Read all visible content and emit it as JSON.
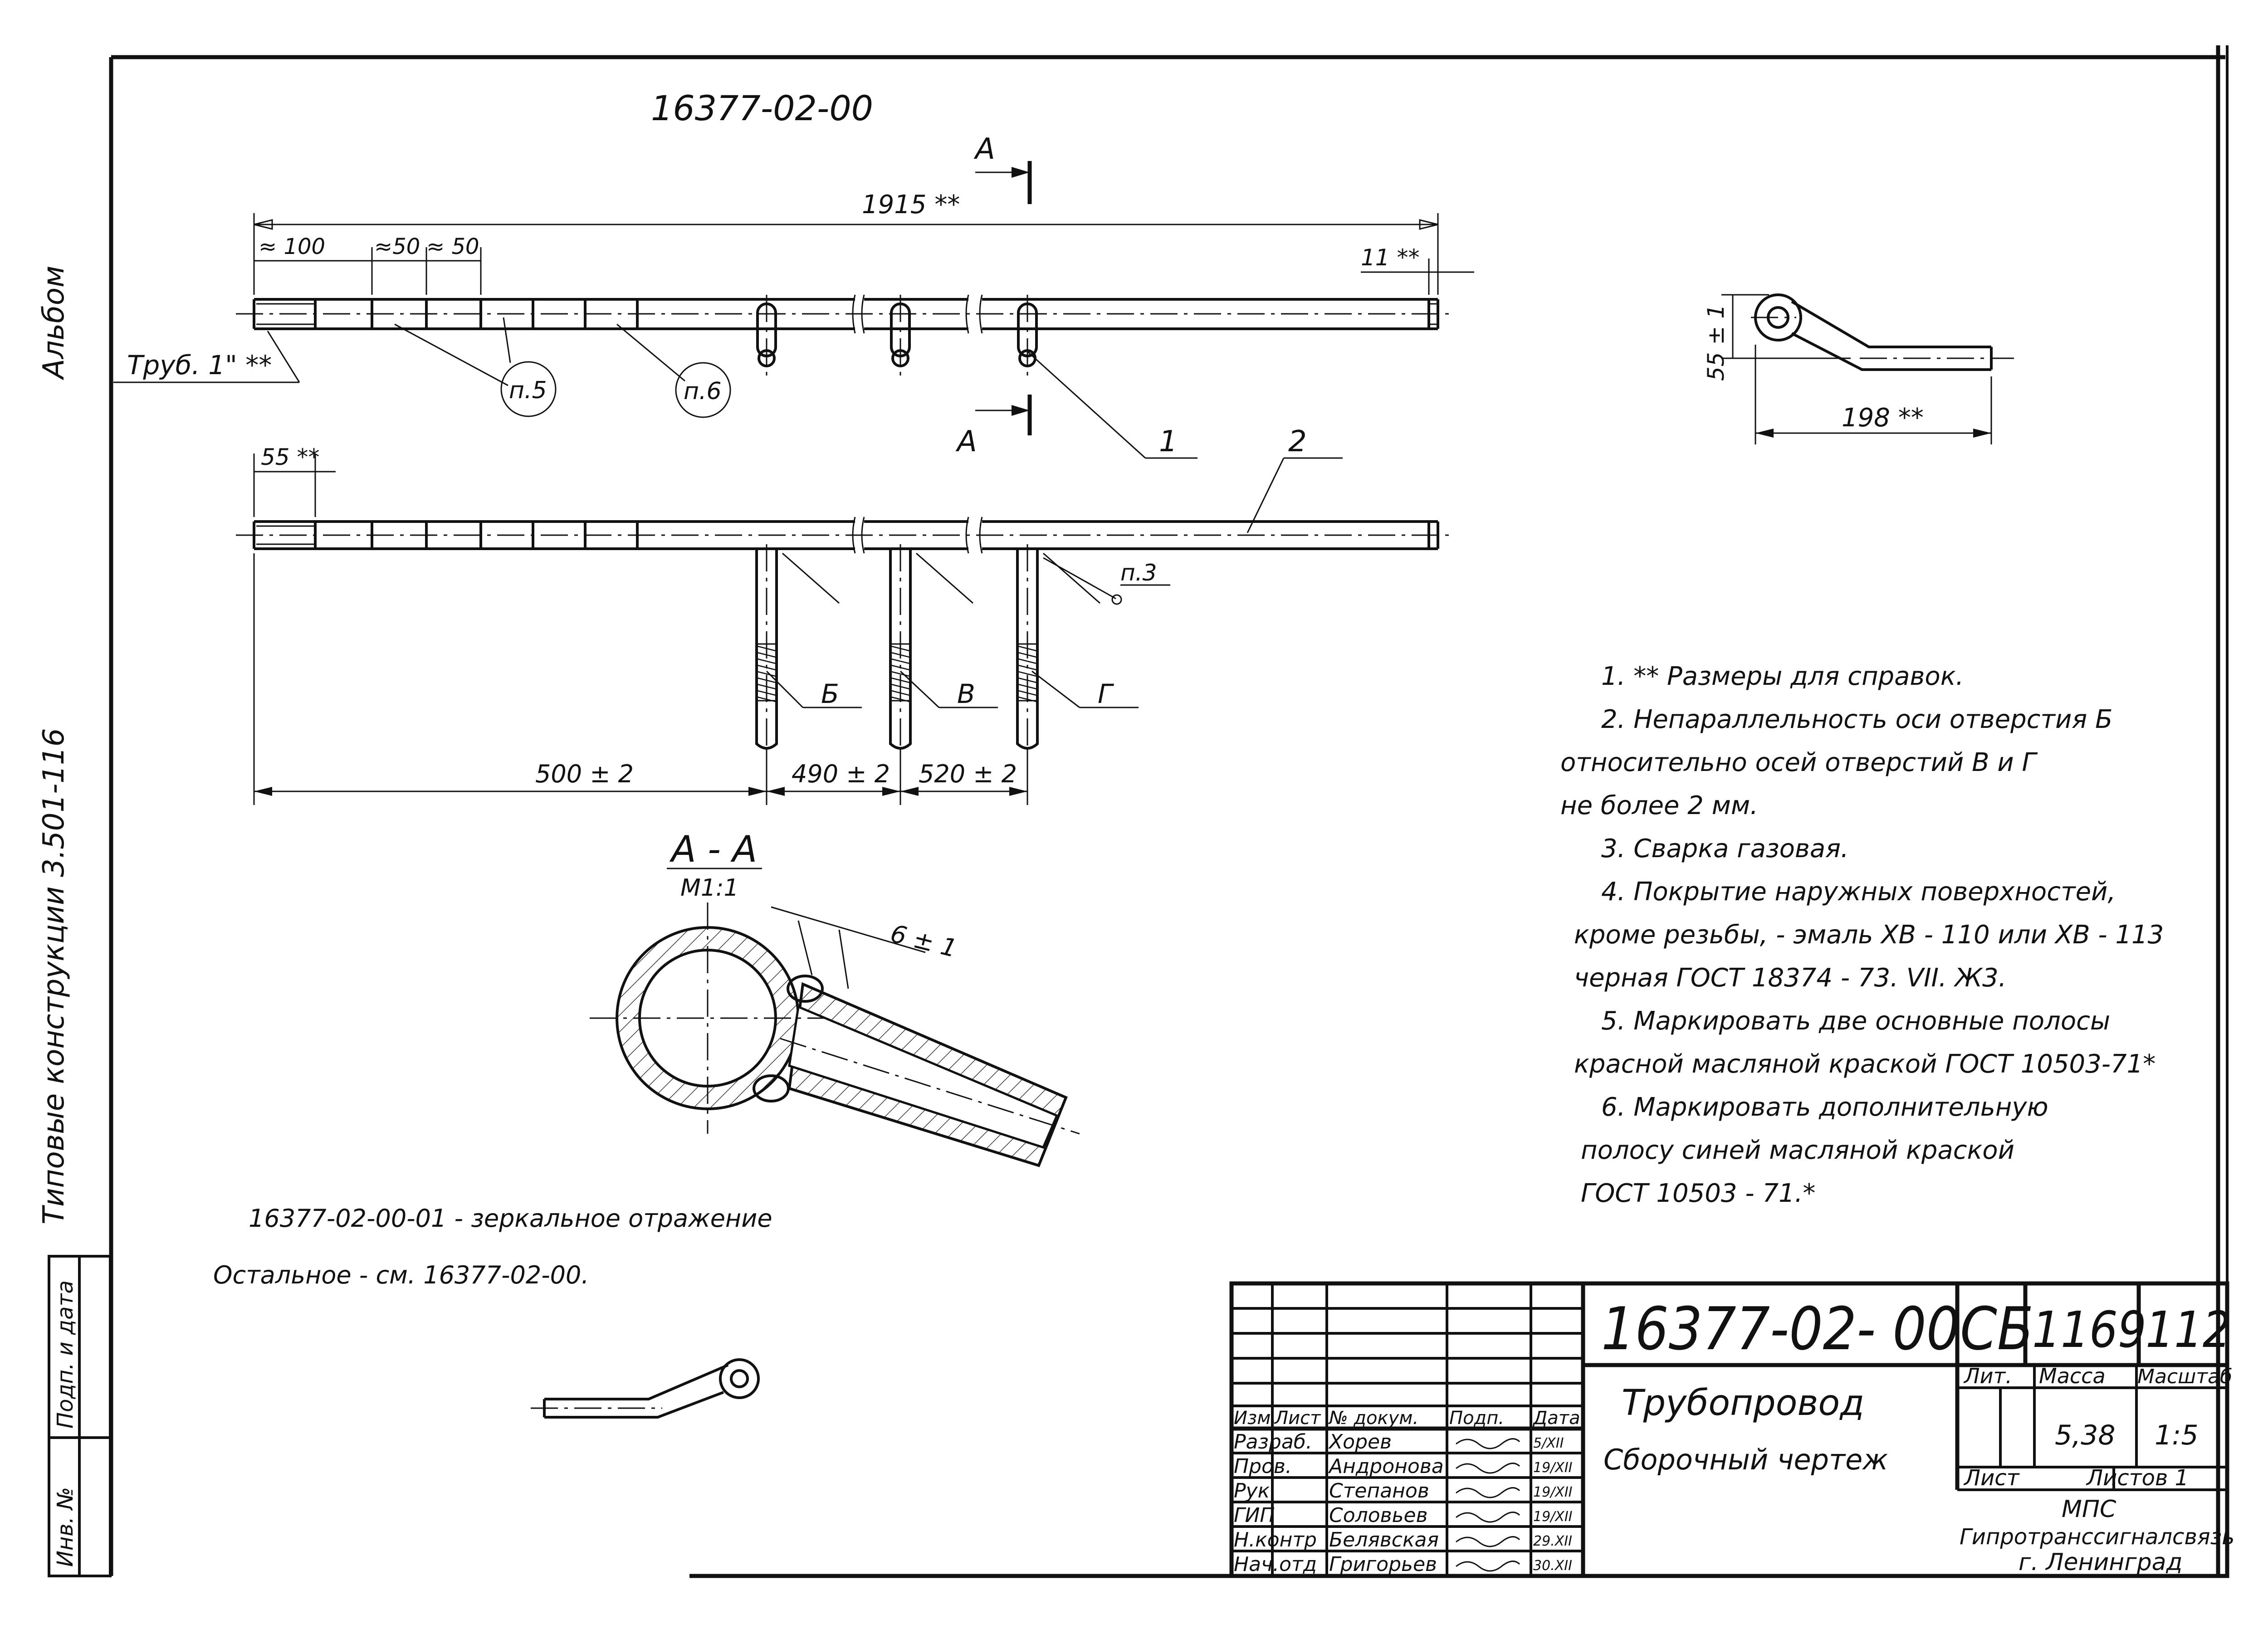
{
  "side": {
    "album": "Альбом",
    "series": "Типовые  конструкции  3.501-116",
    "inv_no": "Инв. №",
    "signed_date": "Подп. и дата"
  },
  "drawing": {
    "code": "16377-02-00",
    "section_mark": "А",
    "dim_total": "1915 **",
    "dim_100": "≈ 100",
    "dim_50a": "≈50",
    "dim_50b": "≈ 50",
    "dim_11": "11 **",
    "pipe_label": "Труб. 1\" **",
    "note_p5": "п.5",
    "note_p6": "п.6",
    "leader_1": "1",
    "leader_2": "2",
    "dim_55": "55 **",
    "note_p3": "п.3",
    "hole_b": "Б",
    "hole_v": "В",
    "hole_g": "Г",
    "dim_500": "500 ± 2",
    "dim_490": "490 ± 2",
    "dim_520": "520 ± 2",
    "detail_h": "55 ± 1",
    "detail_w": "198 **",
    "section_title": "А - А",
    "section_scale": "М1:1",
    "weld": "6 ± 1",
    "mirror": "16377-02-00-01 - зеркальное  отражение",
    "rest": "Остальное - см.  16377-02-00."
  },
  "notes": [
    "1. ** Размеры  для  справок.",
    "2. Непараллельность  оси  отверстия Б",
    "относительно  осей  отверстий  В и Г",
    "не  более   2 мм.",
    "3. Сварка   газовая.",
    "4. Покрытие  наружных  поверхностей,",
    "кроме  резьбы, - эмаль  ХВ - 110 или  ХВ - 113",
    "черная   ГОСТ  18374 - 73. VII. Ж3.",
    "5. Маркировать  две  основные  полосы",
    "красной  масляной  краской ГОСТ 10503-71*",
    "6. Маркировать  дополнительную",
    "полосу  синей  масляной  краской",
    "ГОСТ   10503 - 71.*"
  ],
  "title_block": {
    "doc_code": "16377-02- 00СБ",
    "field1": "1169",
    "field2": "112",
    "name": "Трубопровод",
    "doc_type": "Сборочный  чертеж",
    "h_izm": "Изм.",
    "h_list": "Лист",
    "h_doc": "№ докум.",
    "h_sign": "Подп.",
    "h_date": "Дата",
    "h_lit": "Лит.",
    "h_mass": "Масса",
    "h_scale": "Масштаб",
    "mass": "5,38",
    "scale": "1:5",
    "sheet": "Лист",
    "sheets": "Листов 1",
    "org1": "МПС",
    "org2": "Гипротранссигналсвязь",
    "org3": "г. Ленинград",
    "roles": [
      {
        "role": "Разраб.",
        "name": "Хорев",
        "date": "5/XII"
      },
      {
        "role": "Пров.",
        "name": "Андронова",
        "date": "19/XII"
      },
      {
        "role": "Рук.",
        "name": "Степанов",
        "date": "19/XII"
      },
      {
        "role": "ГИП",
        "name": "Соловьев",
        "date": "19/XII"
      },
      {
        "role": "Н.контр",
        "name": "Белявская",
        "date": "29.XII"
      },
      {
        "role": "Нач.отд",
        "name": "Григорьев",
        "date": "30.XII"
      }
    ]
  }
}
